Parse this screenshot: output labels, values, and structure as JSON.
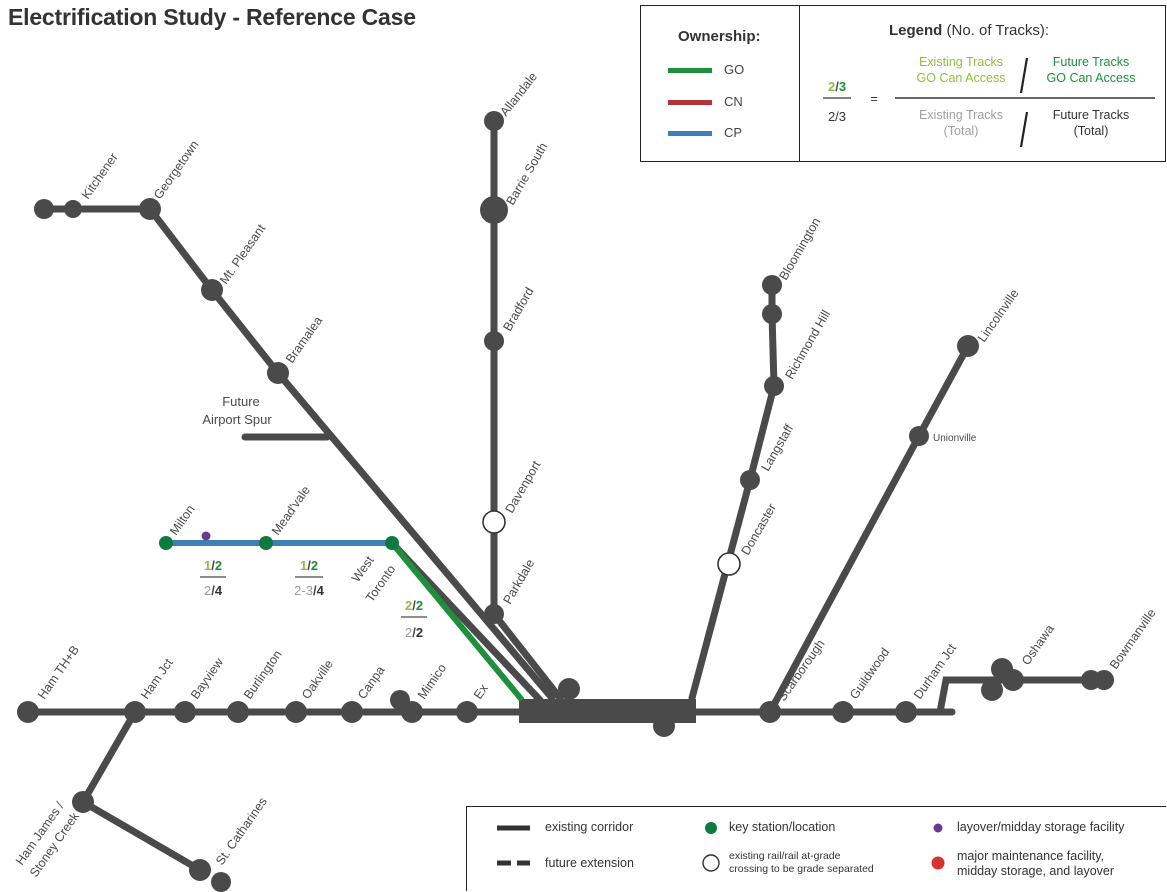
{
  "title": "Electrification Study - Reference Case",
  "colors": {
    "corridor": "#4a4a4a",
    "go": "#1e8f3a",
    "cn": "#b5323a",
    "cp": "#3f7fb5",
    "label_existing_access": "#8fbf3f",
    "label_future_access": "#1e8f3a",
    "label_existing_total": "#a0a0a0",
    "key_station": "#0f7a3e",
    "layover": "#6b3a8c",
    "maintenance": "#d93030"
  },
  "ownership": {
    "title": "Ownership:",
    "items": [
      {
        "label": "GO",
        "color": "#1e8f3a"
      },
      {
        "label": "CN",
        "color": "#b5323a"
      },
      {
        "label": "CP",
        "color": "#3f7fb5"
      }
    ]
  },
  "legend": {
    "title_bold": "Legend",
    "title_rest": " (No. of Tracks):",
    "sample_top_a": "2",
    "sample_top_b": "3",
    "sample_bottom": "2/3",
    "equals": "=",
    "existing_access_1": "Existing Tracks",
    "existing_access_2": "GO Can Access",
    "future_access_1": "Future Tracks",
    "future_access_2": "GO Can Access",
    "existing_total_1": "Existing Tracks",
    "existing_total_2": "(Total)",
    "future_total_1": "Future Tracks",
    "future_total_2": "(Total)"
  },
  "labels": {
    "future_airport_spur_1": "Future",
    "future_airport_spur_2": "Airport Spur",
    "west_toronto_1": "West",
    "west_toronto_2": "Toronto",
    "unionville": "Unionville"
  },
  "stations": {
    "allandale": "Allandale",
    "barrie_south": "Barrie South",
    "bradford": "Bradford",
    "davenport": "Davenport",
    "parkdale": "Parkdale",
    "kitchener": "Kitchener",
    "georgetown": "Georgetown",
    "mt_pleasant": "Mt. Pleasant",
    "bramalea": "Bramalea",
    "milton": "Milton",
    "meadvale": "Mead'vale",
    "bloomington": "Bloomington",
    "richmond_hill": "Richmond Hill",
    "langstaff": "Langstaff",
    "doncaster": "Doncaster",
    "lincolnville": "Lincolnville",
    "ham_thb": "Ham TH+B",
    "ham_jct": "Ham Jct",
    "bayview": "Bayview",
    "burlington": "Burlington",
    "oakville": "Oakville",
    "canpa": "Canpa",
    "mimico": "Mimico",
    "ex": "Ex",
    "scarborough": "Scarborough",
    "guildwood": "Guildwood",
    "durham_jct": "Durham Jct",
    "oshawa": "Oshawa",
    "bowmanville": "Bowmanville",
    "ham_james_1": "Ham James /",
    "ham_james_2": "Stoney Creek",
    "st_catharines": "St. Catharines"
  },
  "track_fractions": {
    "milton_top_a": "1",
    "milton_top_b": "2",
    "milton_bot_a": "2",
    "milton_bot_b": "4",
    "meadvale_top_a": "1",
    "meadvale_top_b": "2",
    "meadvale_bot_a": "2-3",
    "meadvale_bot_b": "4",
    "westtor_top_a": "2",
    "westtor_top_b": "2",
    "westtor_bot_a": "2",
    "westtor_bot_b": "2"
  },
  "key": {
    "existing_corridor": "existing corridor",
    "future_extension": "future extension",
    "key_station": "key station/location",
    "grade_crossing_1": "existing rail/rail at-grade",
    "grade_crossing_2": "crossing to be grade separated",
    "layover": "layover/midday storage facility",
    "maintenance_1": "major maintenance facility,",
    "maintenance_2": "midday storage, and layover"
  }
}
